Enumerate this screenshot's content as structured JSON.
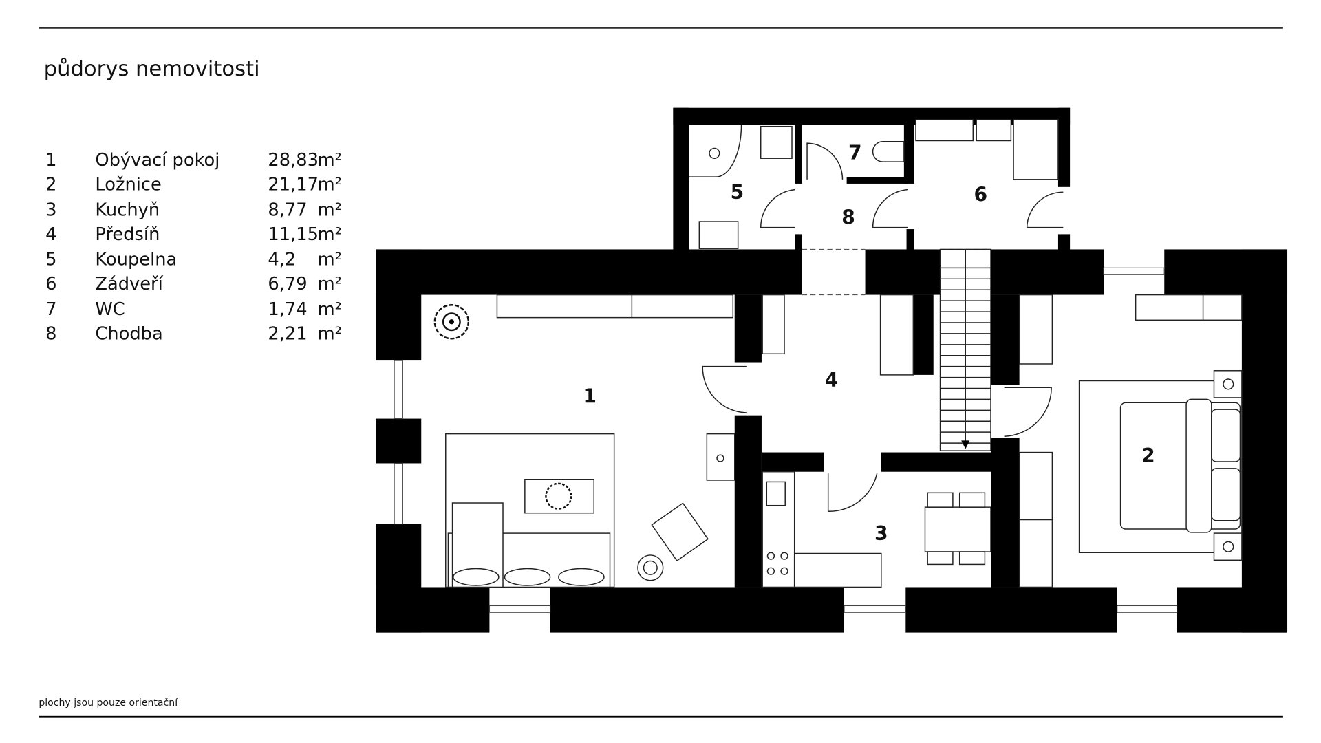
{
  "title": "půdorys nemovitosti",
  "legend": [
    {
      "num": "1",
      "name": "Obývací pokoj",
      "area": "28,83",
      "unit": "m²"
    },
    {
      "num": "2",
      "name": "Ložnice",
      "area": "21,17",
      "unit": "m²"
    },
    {
      "num": "3",
      "name": "Kuchyň",
      "area": "8,77",
      "unit": "m²"
    },
    {
      "num": "4",
      "name": "Předsíň",
      "area": "11,15",
      "unit": "m²"
    },
    {
      "num": "5",
      "name": "Koupelna",
      "area": "4,2",
      "unit": "m²"
    },
    {
      "num": "6",
      "name": "Zádveří",
      "area": "6,79",
      "unit": "m²"
    },
    {
      "num": "7",
      "name": "WC",
      "area": "1,74",
      "unit": "m²"
    },
    {
      "num": "8",
      "name": "Chodba",
      "area": "2,21",
      "unit": "m²"
    }
  ],
  "rooms": [
    "1",
    "2",
    "3",
    "4",
    "5",
    "6",
    "7",
    "8"
  ],
  "footer": "plochy jsou pouze orientační"
}
